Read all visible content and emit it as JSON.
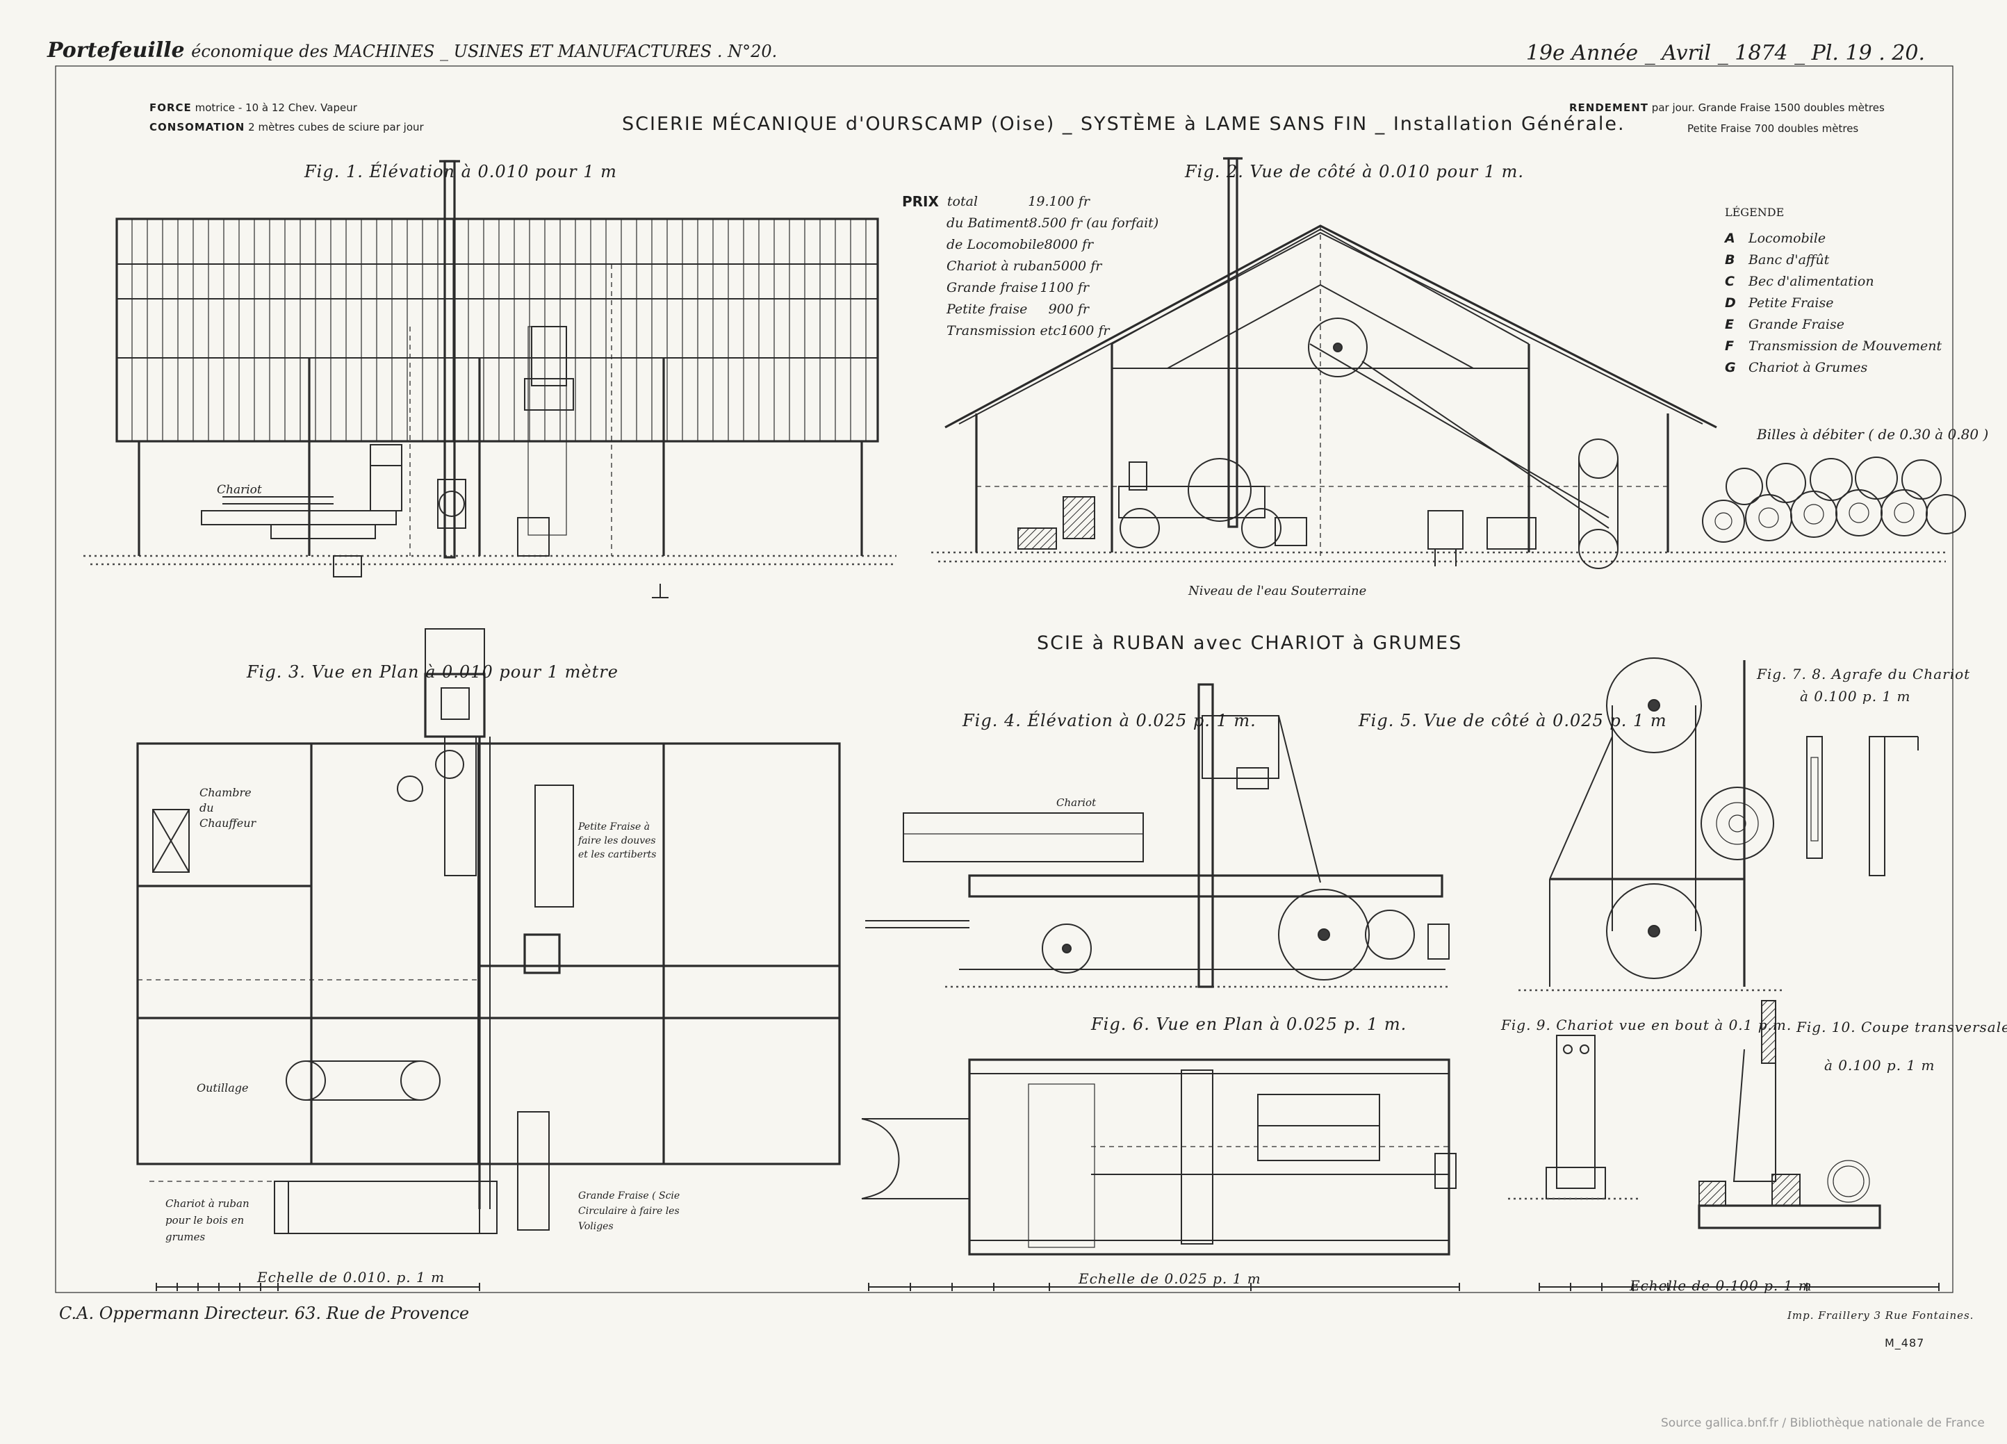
{
  "header": {
    "left_script": "Portefeuille",
    "left_rest": "économique des MACHINES _ USINES ET MANUFACTURES . N°20.",
    "right": "19e Année _ Avril _ 1874 _ Pl. 19 . 20."
  },
  "info": {
    "force_label": "FORCE",
    "force_text": "motrice - 10 à 12 Chev. Vapeur",
    "consommation_label": "CONSOMATION",
    "consommation_text": "2 mètres cubes de sciure par jour",
    "rendement_label": "RENDEMENT",
    "rendement_text_1": "par jour. Grande Fraise 1500 doubles mètres",
    "rendement_text_2": "Petite Fraise 700 doubles mètres"
  },
  "main_title": "SCIERIE MÉCANIQUE d'OURSCAMP (Oise) _ SYSTÈME à LAME SANS FIN _ Installation Générale.",
  "sub_title": "SCIE à RUBAN avec CHARIOT à GRUMES",
  "figures": {
    "fig1": "Fig. 1. Élévation           à 0.010 pour 1 m",
    "fig2": "Fig. 2. Vue de côté à 0.010 pour 1 m.",
    "fig3": "Fig. 3. Vue en Plan          à 0.010 pour 1 mètre",
    "fig4": "Fig. 4. Élévation à 0.025 p. 1 m.",
    "fig5": "Fig. 5. Vue de côté à 0.025 p. 1 m",
    "fig6": "Fig. 6. Vue en Plan à 0.025 p. 1 m.",
    "fig78": "Fig. 7. 8. Agrafe du Chariot",
    "fig78_scale": "à 0.100 p. 1 m",
    "fig9": "Fig. 9. Chariot vue en bout à 0.1 p.m.",
    "fig10": "Fig. 10. Coupe transversale",
    "fig10_scale": "à 0.100 p. 1 m"
  },
  "prix": {
    "label": "PRIX",
    "rows": [
      {
        "name": "total",
        "value": "19.100 fr"
      },
      {
        "name": "du Batiment",
        "value": "8.500 fr (au forfait)"
      },
      {
        "name": "de Locomobile",
        "value": "8000 fr"
      },
      {
        "name": "Chariot à ruban",
        "value": "5000 fr"
      },
      {
        "name": "Grande fraise",
        "value": "1100 fr"
      },
      {
        "name": "Petite fraise",
        "value": "900 fr"
      },
      {
        "name": "Transmission etc",
        "value": "1600 fr"
      }
    ]
  },
  "legende": {
    "title": "LÉGENDE",
    "items": [
      {
        "key": "A",
        "label": "Locomobile"
      },
      {
        "key": "B",
        "label": "Banc d'affût"
      },
      {
        "key": "C",
        "label": "Bec d'alimentation"
      },
      {
        "key": "D",
        "label": "Petite Fraise"
      },
      {
        "key": "E",
        "label": "Grande Fraise"
      },
      {
        "key": "F",
        "label": "Transmission de Mouvement"
      },
      {
        "key": "G",
        "label": "Chariot à Grumes"
      }
    ]
  },
  "labels": {
    "billes": "Billes à débiter ( de 0.30 à 0.80 )",
    "niveau": "Niveau de l'eau Souterraine",
    "chariot": "Chariot",
    "chambre": "Chambre du Chauffeur",
    "outillage": "Outillage",
    "petite_fraise": "Petite Fraise à faire les douves et les cartiberts",
    "grande_fraise": "Grande Fraise ( Scie Circulaire à faire les Voliges",
    "chariot_ruban": "Chariot à ruban pour le bois en grumes",
    "chariot_fig4": "Chariot"
  },
  "scales": {
    "s1": "Echelle de 0.010. p. 1 m",
    "s2": "Echelle de 0.025 p. 1 m",
    "s3": "Echelle de 0.100 p. 1 m"
  },
  "footer": {
    "left": "C.A. Oppermann Directeur. 63. Rue de Provence",
    "imp": "Imp. Fraillery 3 Rue Fontaines.",
    "plate": "M_487",
    "source": "Source gallica.bnf.fr / Bibliothèque nationale de France"
  }
}
